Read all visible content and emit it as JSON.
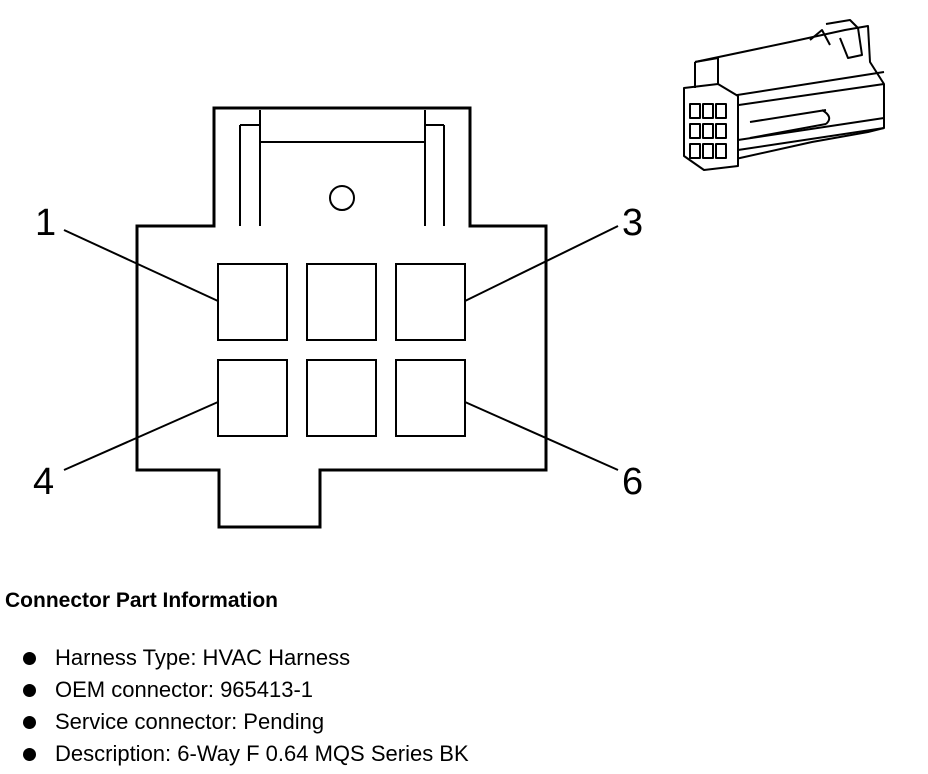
{
  "diagram": {
    "pins": [
      {
        "id": "1",
        "label": "1"
      },
      {
        "id": "3",
        "label": "3"
      },
      {
        "id": "4",
        "label": "4"
      },
      {
        "id": "6",
        "label": "6"
      }
    ]
  },
  "info": {
    "title": "Connector Part Information",
    "items": [
      {
        "text": "Harness Type: HVAC Harness"
      },
      {
        "text": "OEM connector: 965413-1"
      },
      {
        "text": "Service connector: Pending"
      },
      {
        "text": "Description: 6-Way F 0.64 MQS Series BK"
      }
    ]
  }
}
